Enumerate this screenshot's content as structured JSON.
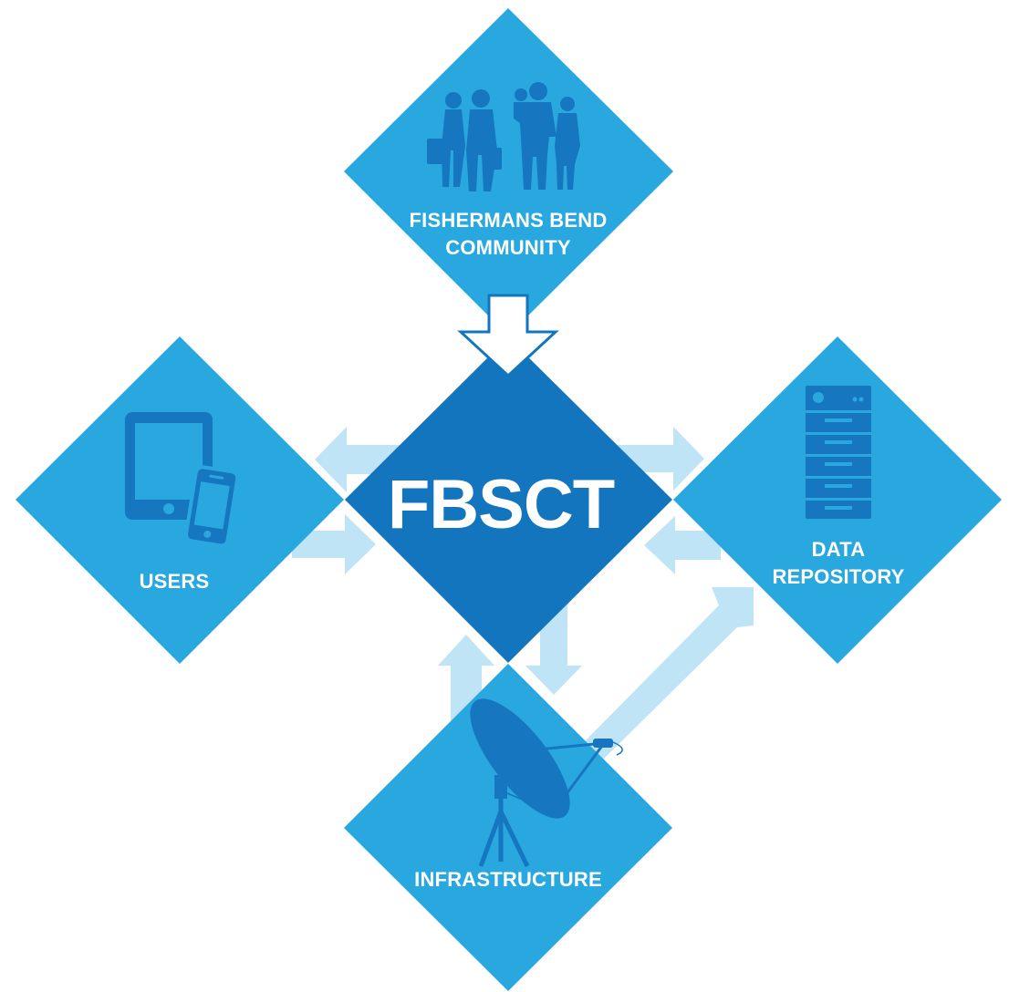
{
  "center": {
    "label": "FBSCT"
  },
  "nodes": {
    "community": {
      "line1": "FISHERMANS BEND",
      "line2": "COMMUNITY",
      "icon": "people-icon"
    },
    "users": {
      "label": "USERS",
      "icon": "tablet-phone-icon"
    },
    "data_repository": {
      "line1": "DATA",
      "line2": "REPOSITORY",
      "icon": "server-rack-icon"
    },
    "infrastructure": {
      "label": "INFRASTRUCTURE",
      "icon": "satellite-dish-icon"
    }
  },
  "colors": {
    "outer_diamond": "#29A8E0",
    "center_diamond": "#1275BE",
    "icon": "#1676BF",
    "arrow": "#BFE4F5"
  }
}
